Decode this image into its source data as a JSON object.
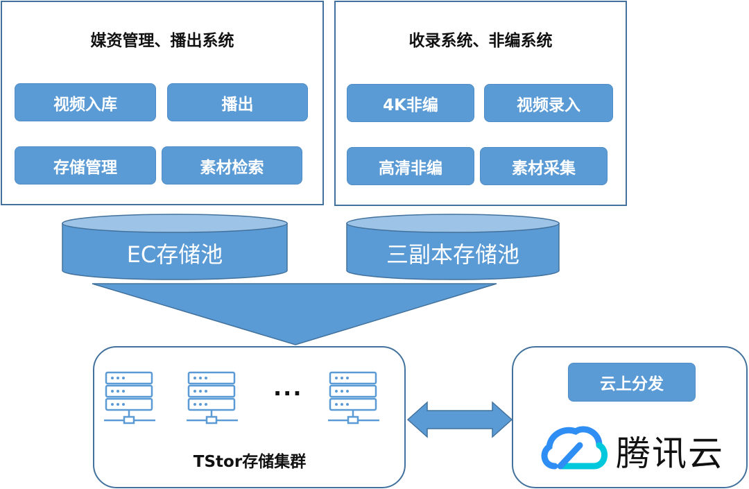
{
  "left_panel": {
    "title": "媒资管理、播出系统",
    "buttons": [
      "视频入库",
      "播出",
      "存储管理",
      "素材检索"
    ]
  },
  "right_panel": {
    "title": "收录系统、非编系统",
    "buttons": [
      "4K非编",
      "视频录入",
      "高清非编",
      "素材采集"
    ]
  },
  "pools": {
    "left": "EC存储池",
    "right": "三副本存储池"
  },
  "cluster": {
    "label": "TStor存储集群",
    "ellipsis": "···"
  },
  "cloud": {
    "button": "云上分发",
    "brand": "腾讯云"
  },
  "colors": {
    "accent": "#5b9bd5",
    "border": "#41719c",
    "logo_blue": "#2f8ef3",
    "logo_cyan": "#00c8dc"
  }
}
